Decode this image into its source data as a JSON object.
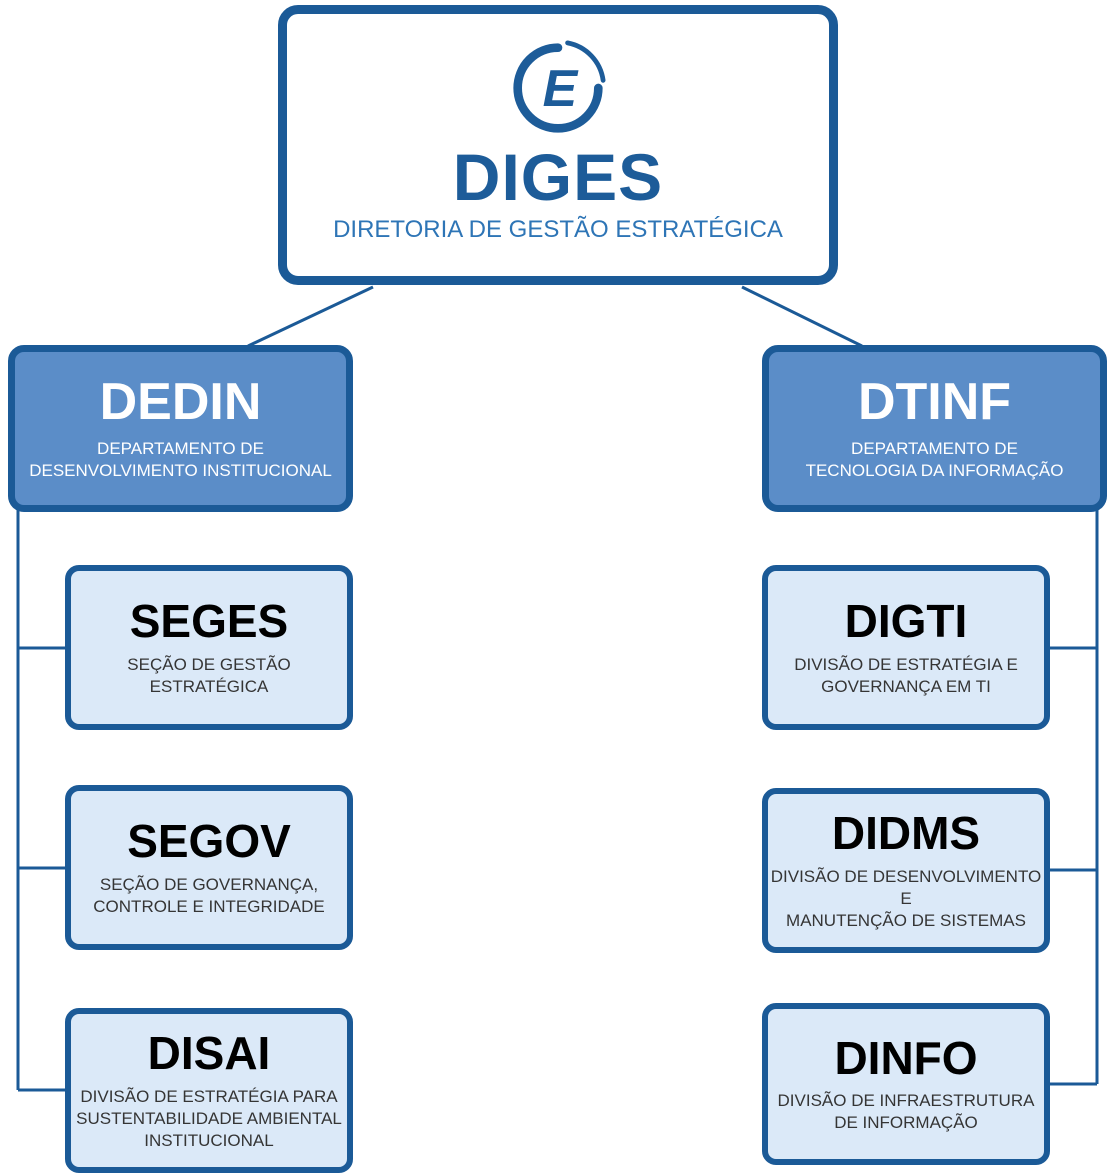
{
  "palette": {
    "border": "#1b5a97",
    "root_fill": "#ffffff",
    "root_title": "#1d5c99",
    "root_subtitle": "#2e75b6",
    "department_fill": "#5b8dc8",
    "department_text": "#ffffff",
    "unit_fill": "#dbe9f8",
    "unit_title": "#000000",
    "unit_subtitle": "#353535"
  },
  "root": {
    "logo_icon": "te-emblem-icon",
    "code": "DIGES",
    "name": "DIRETORIA DE GESTÃO ESTRATÉGICA"
  },
  "branches": [
    {
      "code": "DEDIN",
      "name": "DEPARTAMENTO DE\nDESENVOLVIMENTO INSTITUCIONAL",
      "units": [
        {
          "code": "SEGES",
          "name": "SEÇÃO DE GESTÃO ESTRATÉGICA"
        },
        {
          "code": "SEGOV",
          "name": "SEÇÃO DE GOVERNANÇA,\nCONTROLE E INTEGRIDADE"
        },
        {
          "code": "DISAI",
          "name": "DIVISÃO DE ESTRATÉGIA PARA\nSUSTENTABILIDADE AMBIENTAL\nINSTITUCIONAL"
        }
      ]
    },
    {
      "code": "DTINF",
      "name": "DEPARTAMENTO DE\nTECNOLOGIA DA INFORMAÇÃO",
      "units": [
        {
          "code": "DIGTI",
          "name": "DIVISÃO DE ESTRATÉGIA E\nGOVERNANÇA EM TI"
        },
        {
          "code": "DIDMS",
          "name": "DIVISÃO DE DESENVOLVIMENTO E\nMANUTENÇÃO DE SISTEMAS"
        },
        {
          "code": "DINFO",
          "name": "DIVISÃO DE INFRAESTRUTURA\nDE INFORMAÇÃO"
        }
      ]
    }
  ]
}
